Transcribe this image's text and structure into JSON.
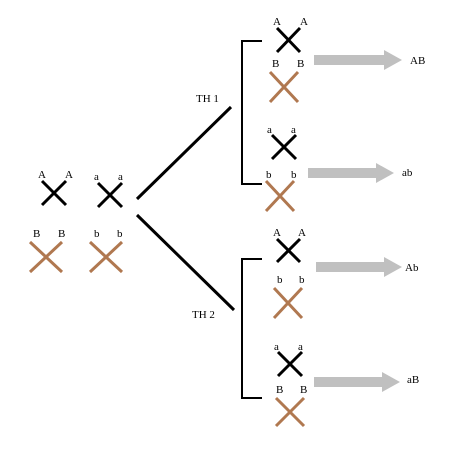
{
  "colors": {
    "dark_chromosome": "#000000",
    "brown_chromosome": "#b07850",
    "arrow": "#c0c0c0",
    "line": "#000000"
  },
  "parent": {
    "pair_1_left_labels": [
      "A",
      "A"
    ],
    "pair_1_right_labels": [
      "a",
      "a"
    ],
    "pair_2_left_labels": [
      "B",
      "B"
    ],
    "pair_2_right_labels": [
      "b",
      "b"
    ]
  },
  "cases": [
    {
      "label": "TH 1",
      "outcomes": [
        {
          "top_labels": [
            "A",
            "A"
          ],
          "bottom_labels": [
            "B",
            "B"
          ],
          "result": "AB"
        },
        {
          "top_labels": [
            "a",
            "a"
          ],
          "bottom_labels": [
            "b",
            "b"
          ],
          "result": "ab"
        }
      ]
    },
    {
      "label": "TH 2",
      "outcomes": [
        {
          "top_labels": [
            "A",
            "A"
          ],
          "bottom_labels": [
            "b",
            "b"
          ],
          "result": "Ab"
        },
        {
          "top_labels": [
            "a",
            "a"
          ],
          "bottom_labels": [
            "B",
            "B"
          ],
          "result": "aB"
        }
      ]
    }
  ]
}
